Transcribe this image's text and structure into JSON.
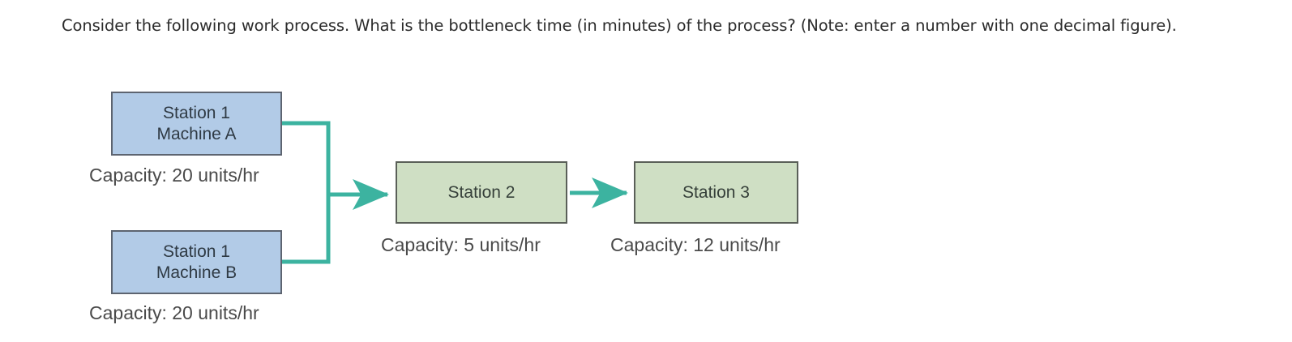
{
  "question": {
    "text": "Consider the following work process. What is the bottleneck time (in minutes) of the process? (Note: enter a number with one decimal figure)."
  },
  "diagram": {
    "connector_color": "#3cb3a0",
    "machine_fill": "#b2cbe7",
    "machine_border": "#5d6470",
    "station_fill": "#cfdfc4",
    "station_border": "#5a5f58",
    "nodes": [
      {
        "id": "machine-a",
        "line1": "Station 1",
        "line2": "Machine A",
        "capacity": "Capacity: 20 units/hr"
      },
      {
        "id": "machine-b",
        "line1": "Station 1",
        "line2": "Machine B",
        "capacity": "Capacity: 20 units/hr"
      },
      {
        "id": "station-2",
        "line1": "Station 2",
        "line2": "",
        "capacity": "Capacity: 5 units/hr"
      },
      {
        "id": "station-3",
        "line1": "Station 3",
        "line2": "",
        "capacity": "Capacity: 12 units/hr"
      }
    ]
  }
}
